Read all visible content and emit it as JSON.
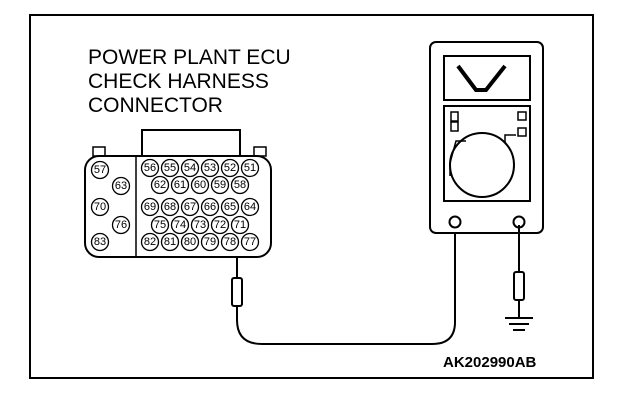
{
  "diagram": {
    "title_lines": [
      "POWER PLANT ECU",
      "CHECK HARNESS",
      "CONNECTOR"
    ],
    "reference_code": "AK202990AB",
    "connector_pins": {
      "left_block": [
        "57",
        "63",
        "70",
        "76",
        "83"
      ],
      "row1": [
        "56",
        "55",
        "54",
        "53",
        "52",
        "51"
      ],
      "row2": [
        "62",
        "61",
        "60",
        "59",
        "58"
      ],
      "row3": [
        "69",
        "68",
        "67",
        "66",
        "65",
        "64"
      ],
      "row4": [
        "75",
        "74",
        "73",
        "72",
        "71"
      ],
      "row5": [
        "82",
        "81",
        "80",
        "79",
        "78",
        "77"
      ]
    },
    "probed_pin": "78",
    "meter_display_symbol": "V",
    "meter_mode": "voltmeter",
    "ground_symbol": "ground-icon"
  }
}
